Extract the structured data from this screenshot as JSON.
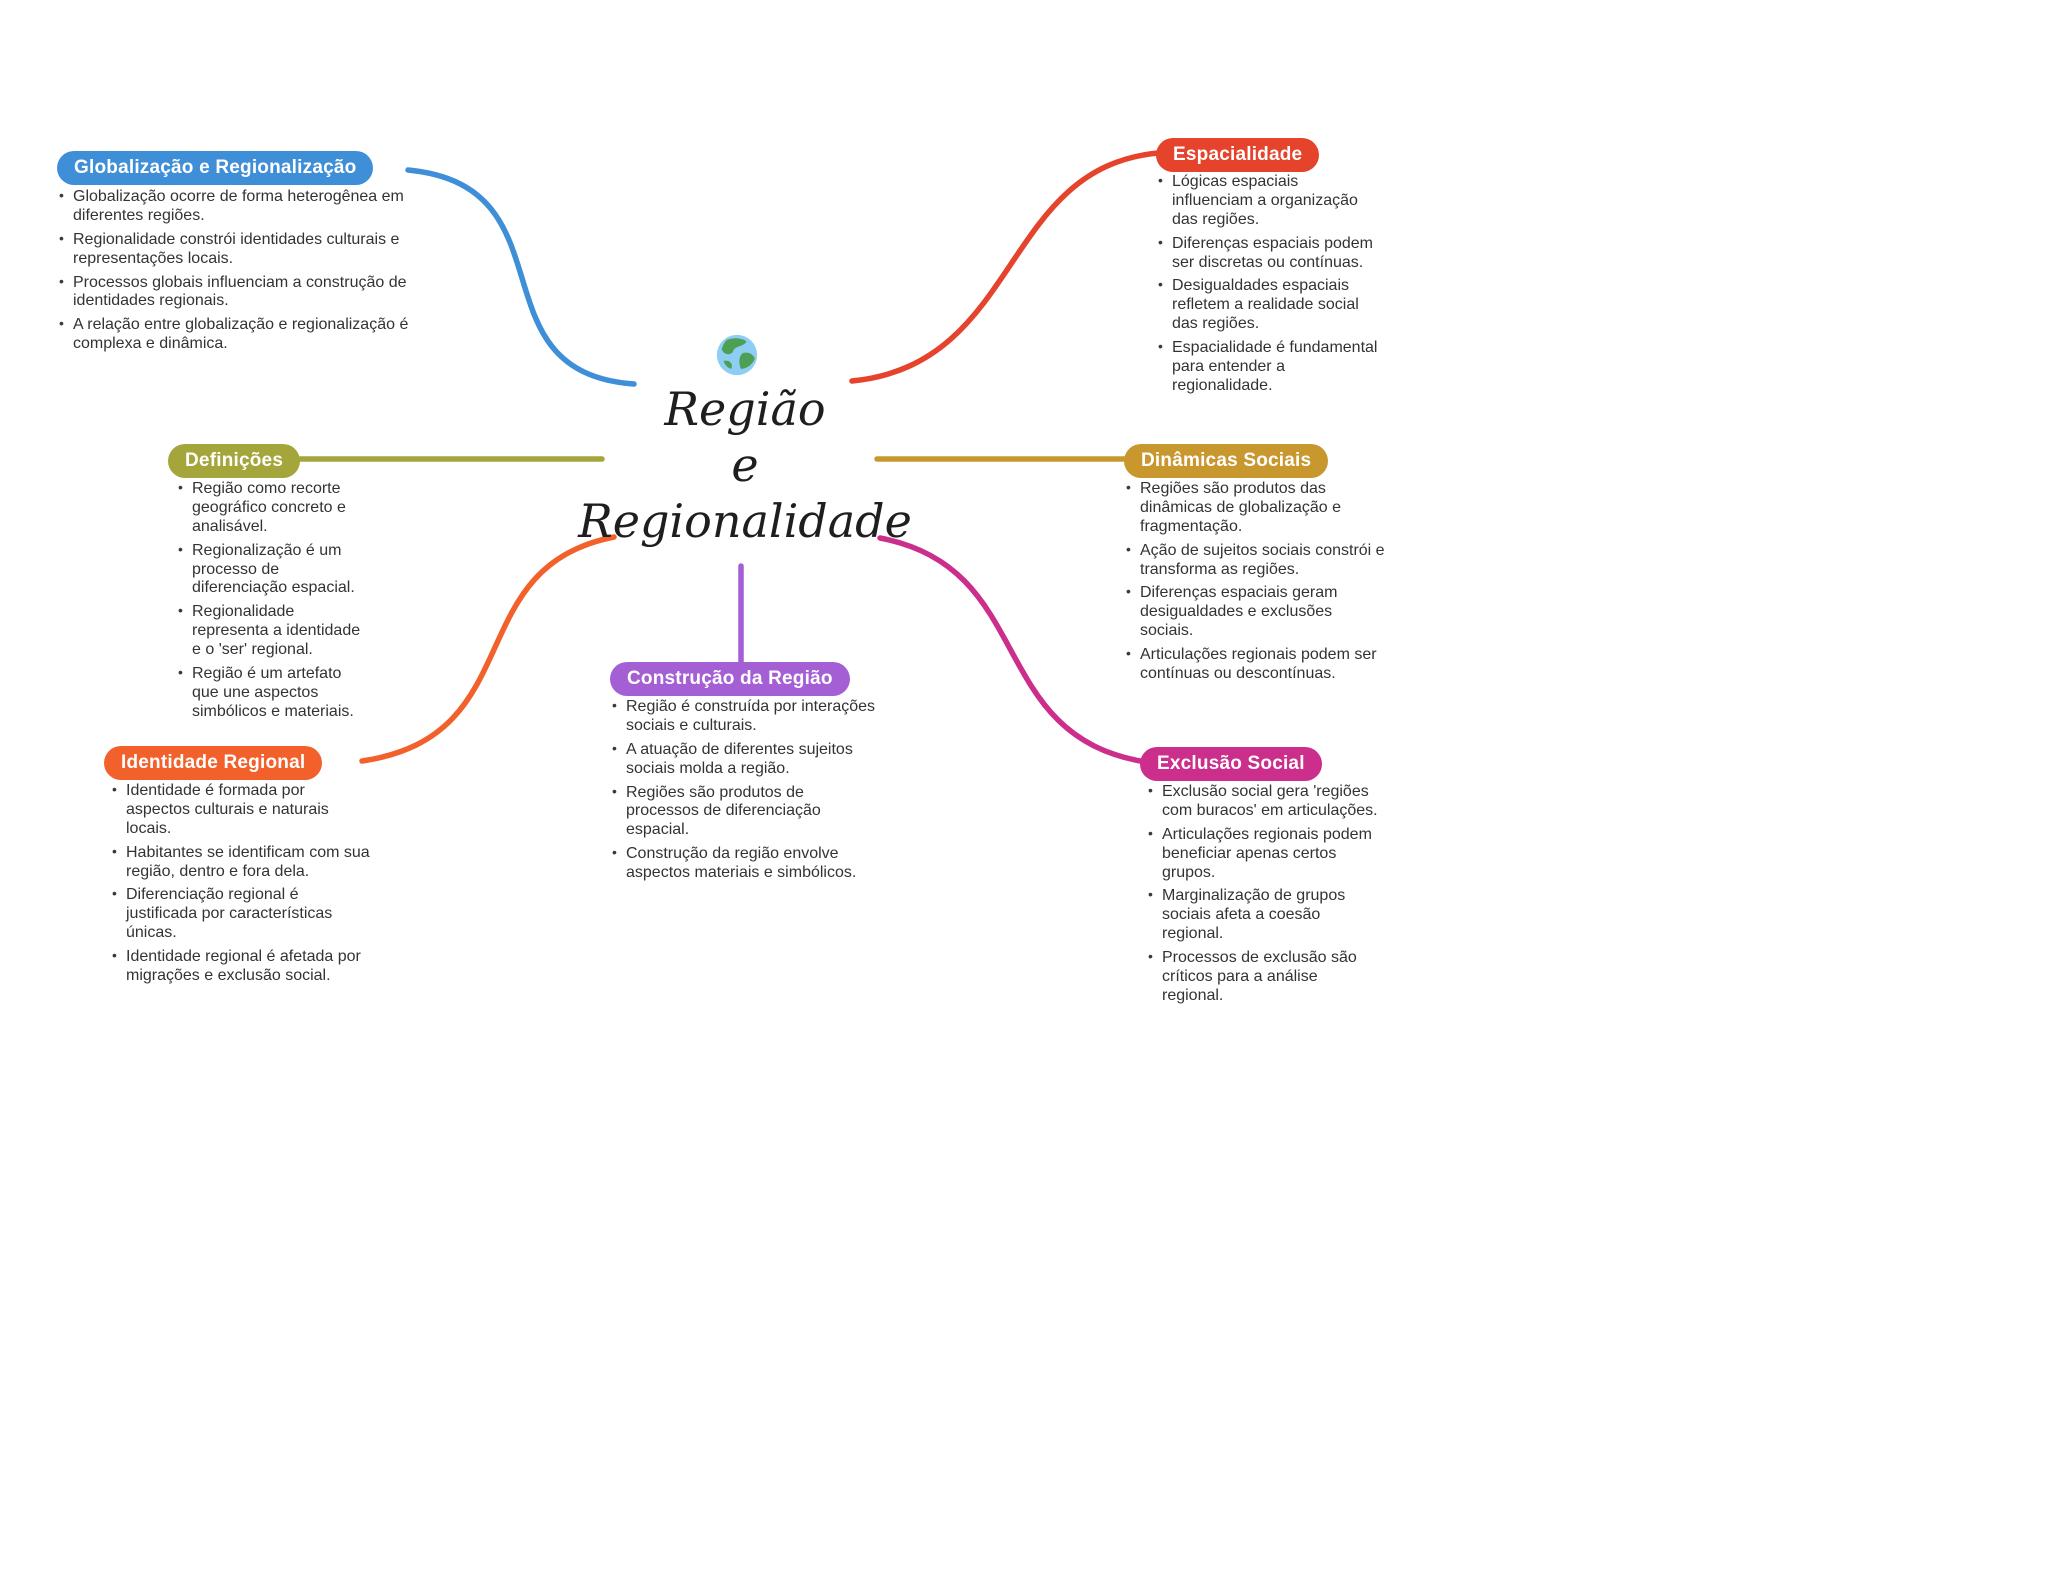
{
  "center": {
    "icon": "globe-icon",
    "title_lines": [
      "Região",
      "e",
      "Regionalidade"
    ]
  },
  "branches": [
    {
      "label": "Globalização e Regionalização",
      "color": "#3e8ed8",
      "bullets": [
        "Globalização ocorre de forma heterogênea em diferentes regiões.",
        "Regionalidade constrói identidades culturais e representações locais.",
        "Processos globais influenciam a construção de identidades regionais.",
        "A relação entre globalização e regionalização é complexa e dinâmica."
      ]
    },
    {
      "label": "Espacialidade",
      "color": "#e5432c",
      "bullets": [
        "Lógicas espaciais influenciam a organização das regiões.",
        "Diferenças espaciais podem ser discretas ou contínuas.",
        "Desigualdades espaciais refletem a realidade social das regiões.",
        "Espacialidade é fundamental para entender a regionalidade."
      ]
    },
    {
      "label": "Definições",
      "color": "#a4a53a",
      "bullets": [
        "Região como recorte geográfico concreto e analisável.",
        "Regionalização é um processo de diferenciação espacial.",
        "Regionalidade representa a identidade e o 'ser' regional.",
        "Região é um artefato que une aspectos simbólicos e materiais."
      ]
    },
    {
      "label": "Dinâmicas Sociais",
      "color": "#c8982f",
      "bullets": [
        "Regiões são produtos das dinâmicas de globalização e fragmentação.",
        "Ação de sujeitos sociais constrói e transforma as regiões.",
        "Diferenças espaciais geram desigualdades e exclusões sociais.",
        "Articulações regionais podem ser contínuas ou descontínuas."
      ]
    },
    {
      "label": "Identidade Regional",
      "color": "#f2612b",
      "bullets": [
        "Identidade é formada por aspectos culturais e naturais locais.",
        "Habitantes se identificam com sua região, dentro e fora dela.",
        "Diferenciação regional é justificada por características únicas.",
        "Identidade regional é afetada por migrações e exclusão social."
      ]
    },
    {
      "label": "Construção da Região",
      "color": "#a55fd5",
      "bullets": [
        "Região é construída por interações sociais e culturais.",
        "A atuação de diferentes sujeitos sociais molda a região.",
        "Regiões são produtos de processos de diferenciação espacial.",
        "Construção da região envolve aspectos materiais e simbólicos."
      ]
    },
    {
      "label": "Exclusão Social",
      "color": "#cc2e8c",
      "bullets": [
        "Exclusão social gera 'regiões com buracos' em articulações.",
        "Articulações regionais podem beneficiar apenas certos grupos.",
        "Marginalização de grupos sociais afeta a coesão regional.",
        "Processos de exclusão são críticos para a análise regional."
      ]
    }
  ]
}
